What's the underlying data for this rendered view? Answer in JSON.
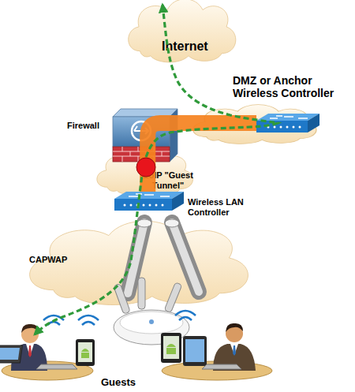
{
  "diagram": {
    "nodes": [
      {
        "text": [
          "Internet"
        ]
      },
      {
        "text": [
          "DMZ or Anchor Wireless Controller"
        ]
      },
      {
        "text": [
          "Firewall"
        ]
      },
      {
        "text": [
          "EoIP \"Guest Tunnel\""
        ]
      },
      {
        "text": [
          "Wireless LAN Controller"
        ]
      },
      {
        "text": [
          "CAPWAP"
        ]
      }
    ],
    "edges": [
      {
        "from": 4,
        "to": 1,
        "arrow": "none"
      }
    ],
    "labels": [
      "Guests"
    ]
  }
}
